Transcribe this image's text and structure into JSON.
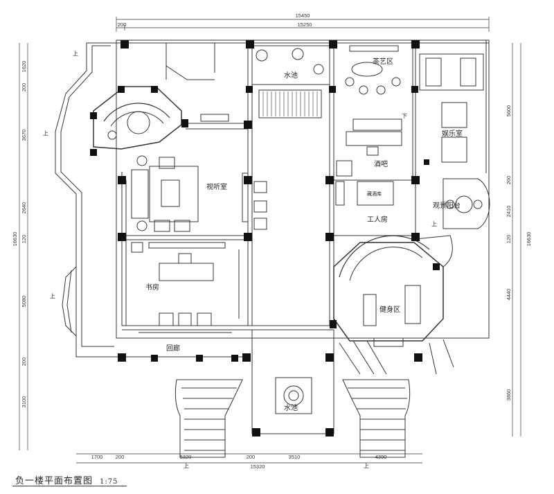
{
  "title": "负一楼平面布置图",
  "scale": "1:75",
  "rooms": {
    "water_pool_north": "水池",
    "tea_area": "茶艺区",
    "entertainment": "娱乐室",
    "av_room": "视听室",
    "bar": "酒吧",
    "wine_cellar": "藏酒库",
    "viewing_terrace": "观景阳台",
    "staff_room": "工人房",
    "study": "书房",
    "gym": "健身区",
    "corridor": "回廊",
    "water_pool_south": "水池"
  },
  "annotations": {
    "up_1": "上",
    "up_2": "上",
    "up_3": "上",
    "up_4": "上",
    "up_5": "上",
    "up_6": "上",
    "down_1": "下"
  },
  "dimensions": {
    "top_total": "15450",
    "top_inner": "15250",
    "top_small": "200",
    "left": [
      "1620",
      "200",
      "3670",
      "2640",
      "120",
      "5080",
      "200",
      "3100"
    ],
    "left_total": "16630",
    "right": [
      "5600",
      "200",
      "2410",
      "120",
      "4440",
      "3860"
    ],
    "right_total": "16630",
    "bottom_segments": [
      "1700",
      "200",
      "5320",
      "200",
      "3510",
      "4390"
    ],
    "bottom_total": "15320"
  }
}
